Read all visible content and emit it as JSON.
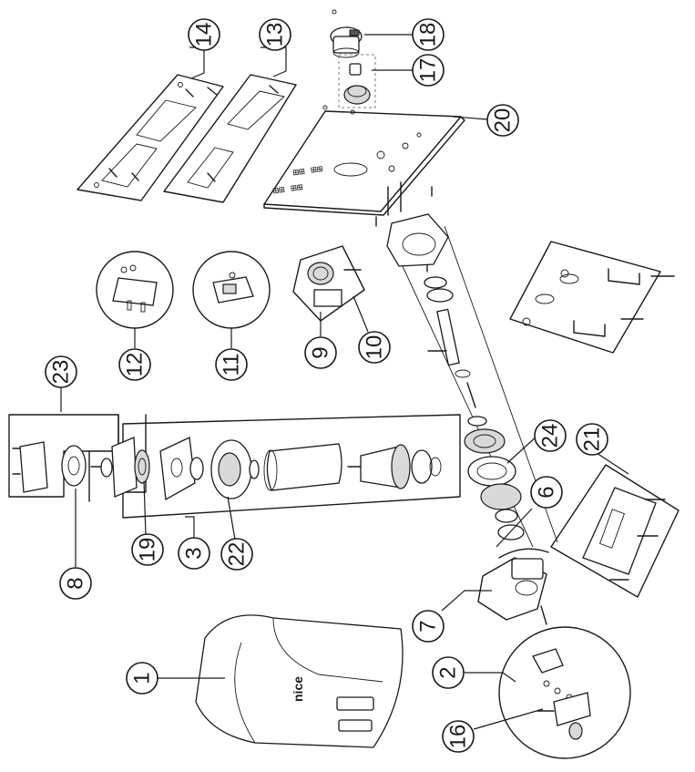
{
  "callouts": [
    {
      "id": "c1",
      "label": "1"
    },
    {
      "id": "c2",
      "label": "2"
    },
    {
      "id": "c3",
      "label": "3"
    },
    {
      "id": "c6",
      "label": "6"
    },
    {
      "id": "c7",
      "label": "7"
    },
    {
      "id": "c8",
      "label": "8"
    },
    {
      "id": "c9",
      "label": "9"
    },
    {
      "id": "c10",
      "label": "10"
    },
    {
      "id": "c11",
      "label": "11"
    },
    {
      "id": "c12",
      "label": "12"
    },
    {
      "id": "c13",
      "label": "13"
    },
    {
      "id": "c14",
      "label": "14"
    },
    {
      "id": "c16",
      "label": "16"
    },
    {
      "id": "c17",
      "label": "17"
    },
    {
      "id": "c18",
      "label": "18"
    },
    {
      "id": "c19",
      "label": "19"
    },
    {
      "id": "c20",
      "label": "20"
    },
    {
      "id": "c21",
      "label": "21"
    },
    {
      "id": "c22",
      "label": "22"
    },
    {
      "id": "c23",
      "label": "23"
    },
    {
      "id": "c24",
      "label": "24"
    }
  ],
  "plate_markings": {
    "row_a": "⊞⊞ ⊞⊞",
    "row_b": "⊞⊞ ⊞⊞"
  },
  "logo_text": "nice"
}
